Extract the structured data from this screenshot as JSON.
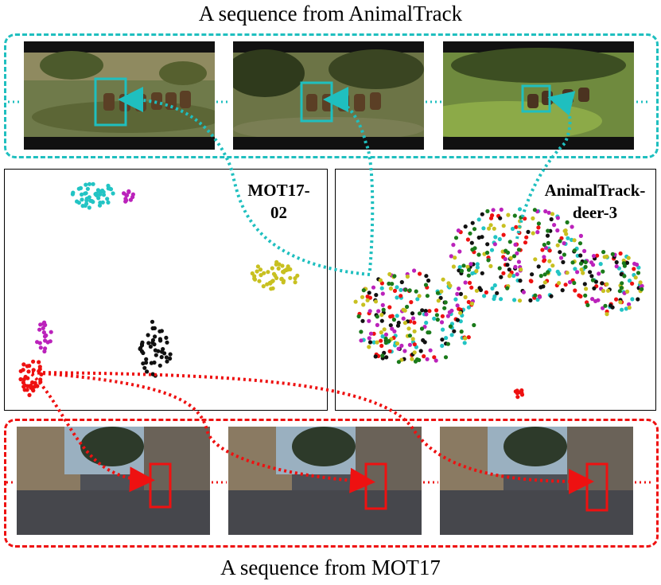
{
  "title_top": "A sequence from AnimalTrack",
  "title_bottom": "A sequence from MOT17",
  "panels": {
    "left_label": "MOT17-02",
    "right_label": "AnimalTrack-deer-3"
  },
  "colors": {
    "animaltrack_accent": "#1fbfbf",
    "mot17_accent": "#ee1111",
    "cluster_cyan": "#22c4c4",
    "cluster_magenta": "#bb22bb",
    "cluster_olive": "#c8c020",
    "cluster_black": "#111111",
    "cluster_red": "#ee1111",
    "cluster_green": "#1a7a1a"
  }
}
